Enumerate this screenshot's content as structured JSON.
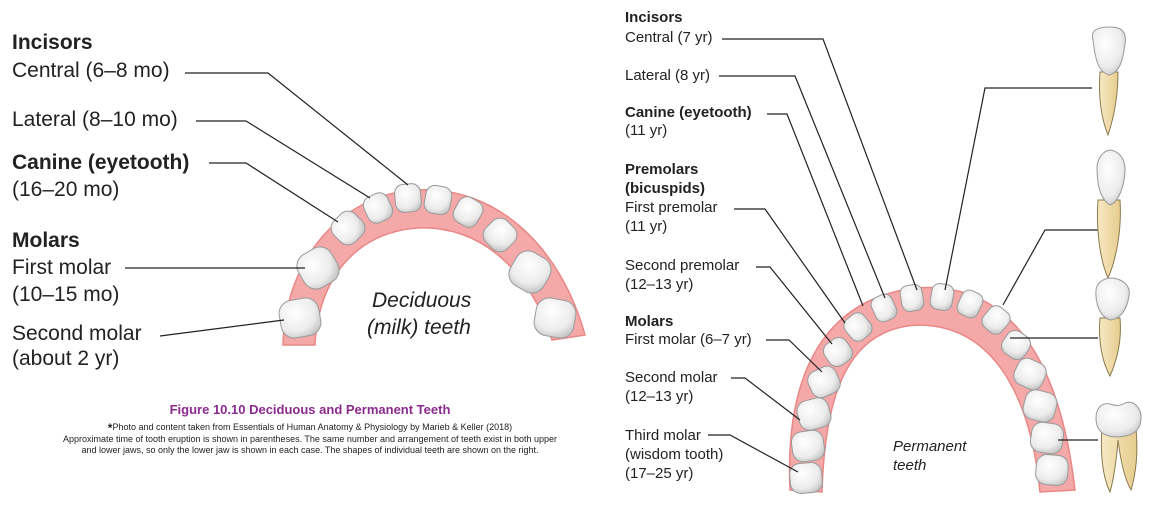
{
  "deciduous": {
    "incisors_heading": "Incisors",
    "central": "Central (6–8 mo)",
    "lateral": "Lateral (8–10 mo)",
    "canine_heading": "Canine (eyetooth)",
    "canine_age": "(16–20 mo)",
    "molars_heading": "Molars",
    "first_molar": "First molar",
    "first_molar_age": "(10–15 mo)",
    "second_molar": "Second molar",
    "second_molar_age": "(about 2 yr)",
    "arch_label_line1": "Deciduous",
    "arch_label_line2": "(milk) teeth"
  },
  "permanent": {
    "incisors_heading": "Incisors",
    "central": "Central (7 yr)",
    "lateral": "Lateral (8 yr)",
    "canine_heading": "Canine (eyetooth)",
    "canine_age": "(11 yr)",
    "premolars_heading": "Premolars",
    "premolars_sub": "(bicuspids)",
    "first_premolar": "First premolar",
    "first_premolar_age": "(11 yr)",
    "second_premolar": "Second premolar",
    "second_premolar_age": "(12–13 yr)",
    "molars_heading": "Molars",
    "first_molar": "First molar (6–7 yr)",
    "second_molar": "Second molar",
    "second_molar_age": "(12–13 yr)",
    "third_molar": "Third molar",
    "third_molar_sub": "(wisdom tooth)",
    "third_molar_age": "(17–25 yr)",
    "arch_label_line1": "Permanent",
    "arch_label_line2": "teeth"
  },
  "caption": {
    "title": "Figure 10.10 Deciduous and Permanent Teeth",
    "credit_marker": "*",
    "credit": "Photo and content taken from Essentials of Human Anatomy & Physiology by Marieb & Keller (2018)",
    "body_line1": "Approximate time of tooth eruption is shown in parentheses. The same number and arrangement of teeth exist in both upper",
    "body_line2": "and lower jaws, so only the lower jaw is shown in each case. The shapes of individual teeth are shown on the right."
  },
  "colors": {
    "gum": "#f4a9a8",
    "gum_dark": "#e98886",
    "tooth": "#f1f1f1",
    "tooth_outline": "#9a9a9a",
    "root": "#f2e0b2",
    "caption_title": "#8b2a8e"
  }
}
